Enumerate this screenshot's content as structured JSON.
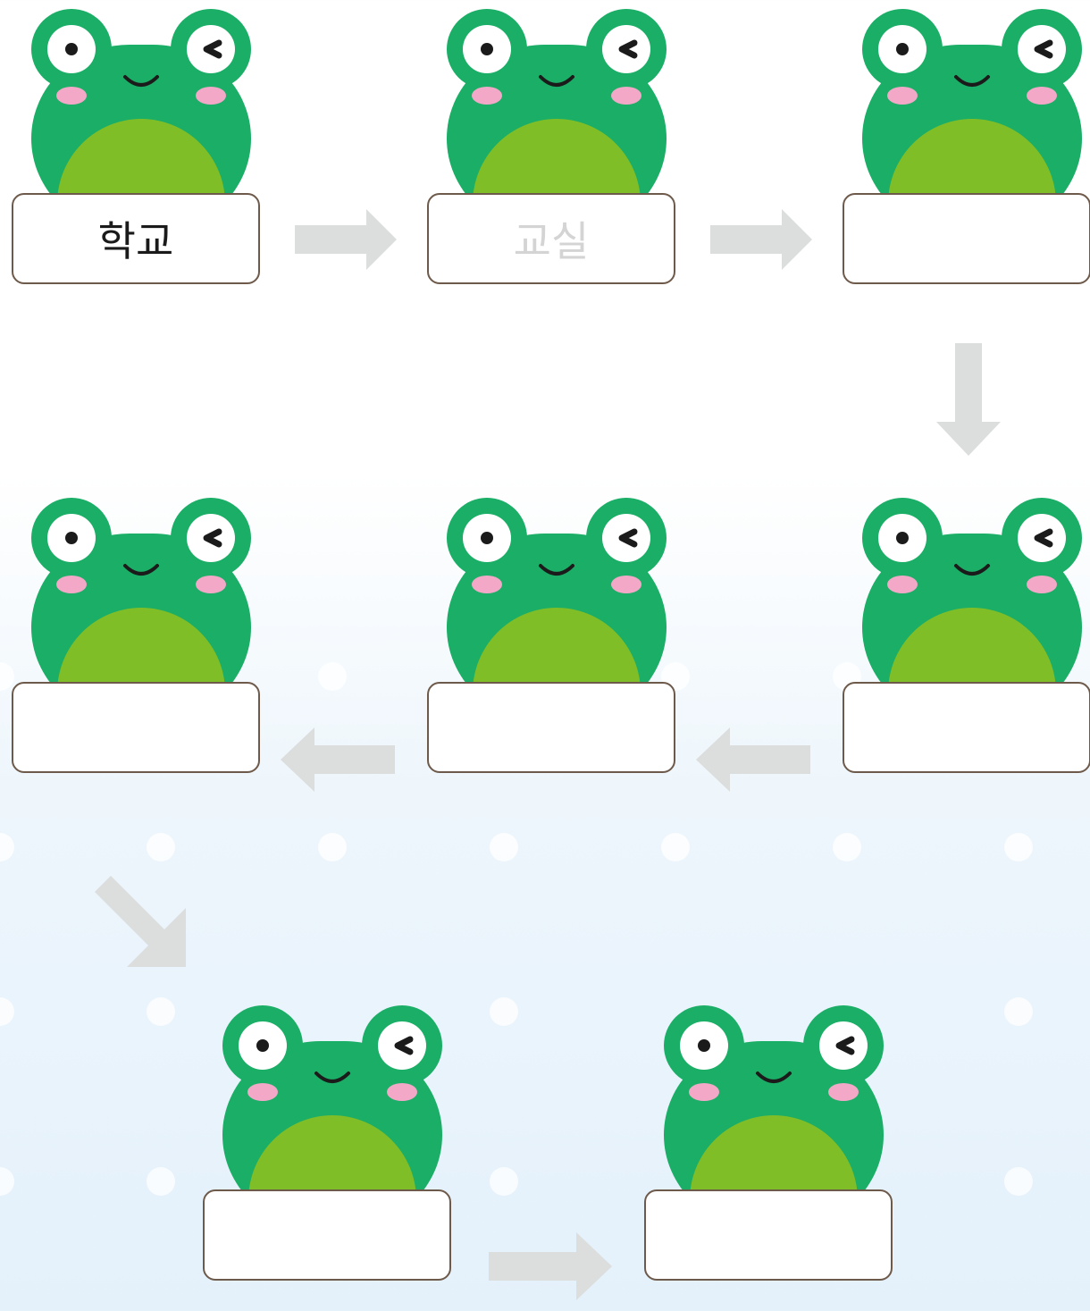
{
  "colors": {
    "frog_body": "#1aae66",
    "frog_belly": "#80be28",
    "cheek": "#f3a8c8",
    "arrow": "#dcdedd",
    "box_border": "#6e5a4b",
    "hint_text": "#d4d4d4"
  },
  "chain": {
    "words": [
      {
        "text": "학교",
        "style": "given"
      },
      {
        "text": "교실",
        "style": "hint"
      },
      {
        "text": "",
        "style": "blank"
      },
      {
        "text": "",
        "style": "blank"
      },
      {
        "text": "",
        "style": "blank"
      },
      {
        "text": "",
        "style": "blank"
      },
      {
        "text": "",
        "style": "blank"
      },
      {
        "text": "",
        "style": "blank"
      }
    ],
    "arrow_icons": [
      "arrow-right-icon",
      "arrow-right-icon",
      "arrow-down-icon",
      "arrow-left-icon",
      "arrow-left-icon",
      "arrow-down-right-icon",
      "arrow-right-icon"
    ]
  }
}
